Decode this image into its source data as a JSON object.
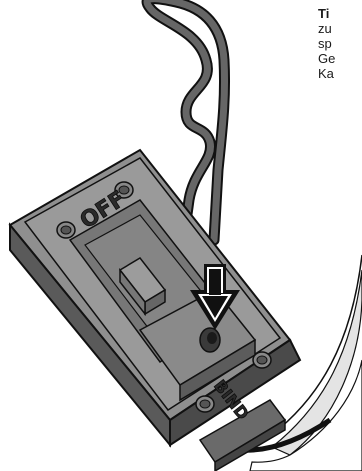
{
  "tip": {
    "heading": "Ti",
    "lines": [
      "zu",
      "sp",
      "Ge",
      "Ka"
    ]
  },
  "switch": {
    "off_label": "OFF",
    "bind_label": "BIND"
  },
  "colors": {
    "housing_light": "#8f8f8f",
    "housing_mid": "#6f6f6f",
    "housing_dark": "#4a4a4a",
    "outline": "#111111",
    "wire": "#555555",
    "arrow": "#111111",
    "curve_band": "#dcdcdc"
  }
}
